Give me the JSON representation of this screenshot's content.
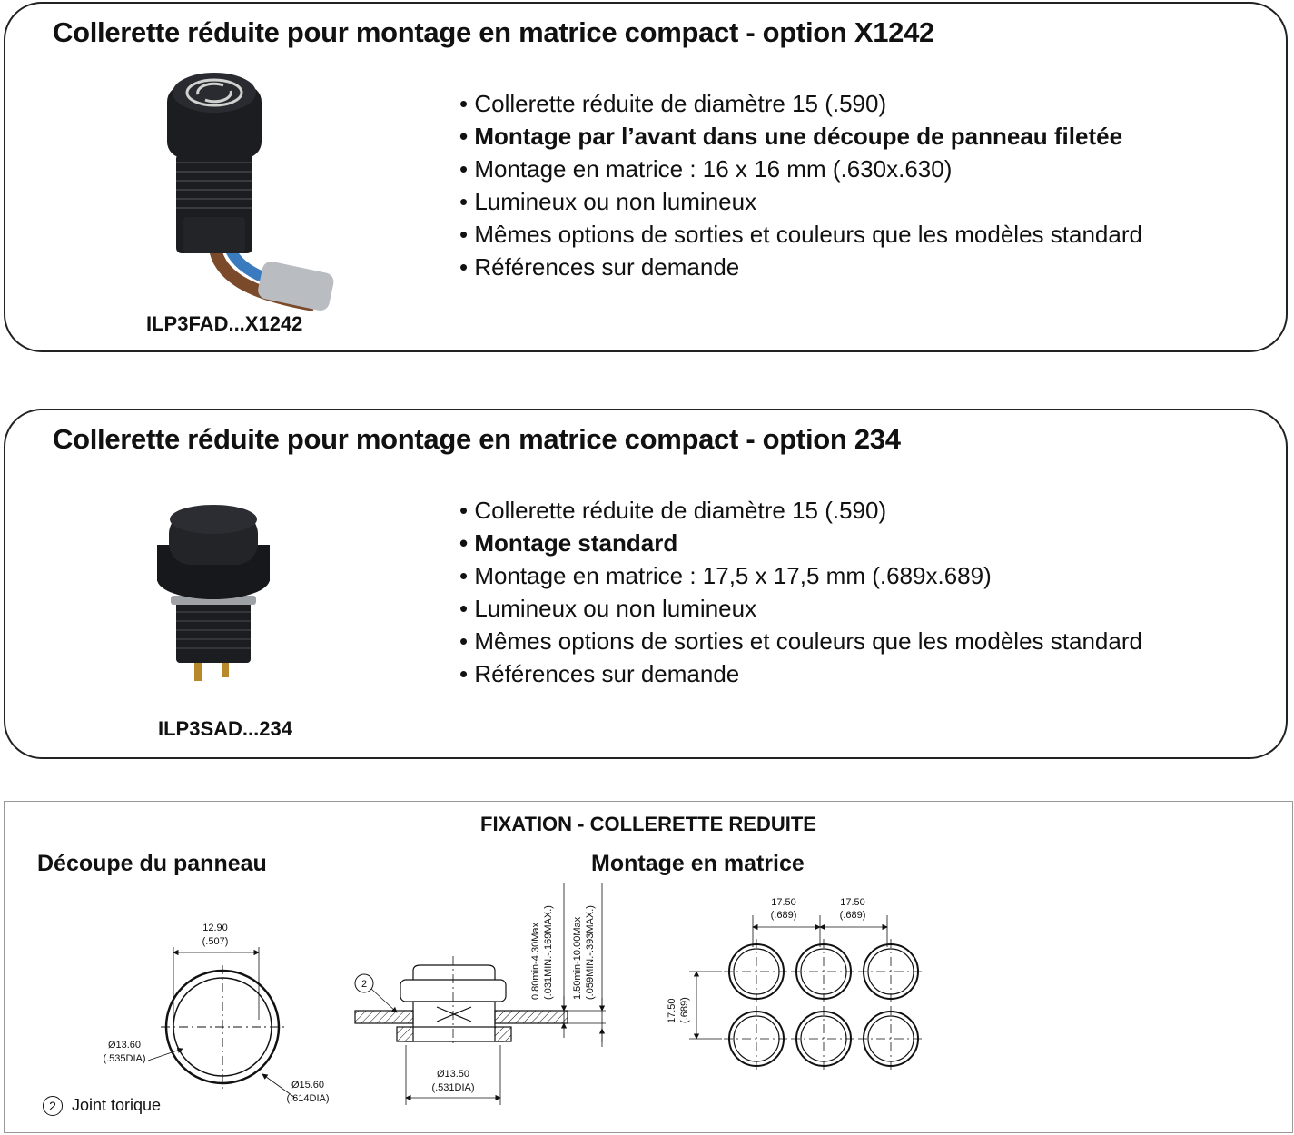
{
  "panel1": {
    "title": "Collerette réduite pour montage en matrice compact - option X1242",
    "reference": "ILP3FAD...X1242",
    "bullets": [
      "Collerette réduite de diamètre 15 (.590)",
      "Montage par l’avant dans une découpe de panneau filetée",
      "Montage en matrice : 16 x 16 mm (.630x.630)",
      "Lumineux ou non lumineux",
      "Mêmes options de sorties et couleurs que les modèles standard",
      "Références sur demande"
    ]
  },
  "panel2": {
    "title": "Collerette réduite pour montage en matrice compact - option 234",
    "reference": "ILP3SAD...234",
    "bullets": [
      "Collerette réduite de diamètre 15 (.590)",
      "Montage standard",
      "Montage en matrice : 17,5 x 17,5 mm (.689x.689)",
      "Lumineux ou non lumineux",
      "Mêmes options de sorties et couleurs que les modèles standard",
      "Références sur demande"
    ]
  },
  "fixation": {
    "title": "FIXATION - COLLERETTE REDUITE",
    "cutout_title": "Découpe du panneau",
    "matrix_title": "Montage en matrice",
    "cutout": {
      "dim_width": "12.90",
      "dim_width_in": "(.507)",
      "dia_inner": "Ø13.60",
      "dia_inner_in": "(.535DIA)",
      "dia_outer": "Ø15.60",
      "dia_outer_in": "(.614DIA)"
    },
    "side": {
      "marker": "2",
      "thickness1": "0.80min-4.30Max",
      "thickness1_in": "(.031MIN.-.169MAX.)",
      "thickness2": "1.50min-10.00Max",
      "thickness2_in": "(.059MIN.-.393MAX.)",
      "dia": "Ø13.50",
      "dia_in": "(.531DIA)"
    },
    "matrix": {
      "pitch_x1": "17.50",
      "pitch_x1_in": "(.689)",
      "pitch_x2": "17.50",
      "pitch_x2_in": "(.689)",
      "pitch_y": "17.50",
      "pitch_y_in": "(.689)"
    },
    "legend_number": "2",
    "legend_label": "Joint torique"
  },
  "colors": {
    "border": "#222222",
    "cable_brown": "#7a4a2a",
    "cable_blue": "#3a7bbf",
    "cable_sheath": "#b9bcc0",
    "device_black": "#1c1d20"
  }
}
